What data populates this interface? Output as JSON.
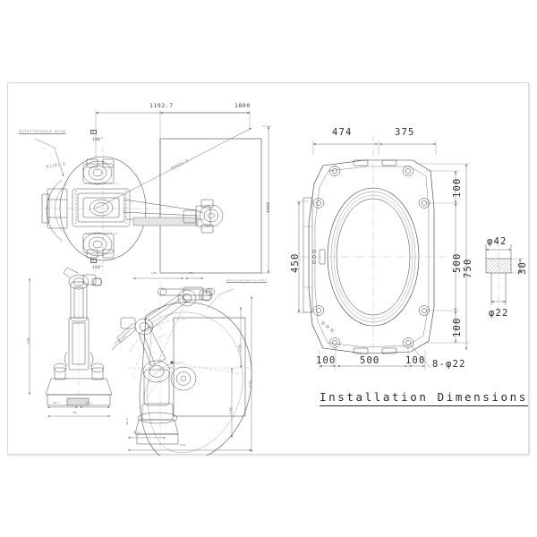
{
  "sheet": {
    "title": "Installation Dimensions",
    "drawing_type": "engineering-technical-drawing",
    "subject": "Industrial robot installation dimensions"
  },
  "views": {
    "top_view": {
      "name": "Top view / plan view with interference area",
      "notes": {
        "interference": "Interference area"
      },
      "dimensions": {
        "d1": "1192.7",
        "d2": "1800",
        "d3": "1800",
        "radius_diagonal": "R2933.5",
        "radius_left": "R1181.0"
      },
      "angles": {
        "upper": "180°",
        "lower": "180°"
      },
      "axis_tags": {
        "upper": "S",
        "lower": "S"
      }
    },
    "front_view": {
      "name": "Robot front elevation",
      "dimensions": {
        "height": "2100",
        "base_a": "±61.5",
        "base_b": "±61.5",
        "base_w": "550"
      }
    },
    "side_view": {
      "name": "Robot side elevation with work envelope",
      "note": "Working range based on point P",
      "dimensions": {
        "a": "1200",
        "b": "375",
        "c": "3155",
        "d": "2100",
        "e": "1150",
        "f": "820.5",
        "g": "2230",
        "h": "503.0"
      },
      "point_label": "P"
    },
    "base_plate": {
      "name": "Base mounting plate plan",
      "dimensions": {
        "top_left": "474",
        "top_right": "375",
        "left_vertical": "450",
        "right_100_top": "100",
        "right_500": "500",
        "right_750": "750",
        "right_100_bottom": "100",
        "bottom_left_100": "100",
        "bottom_500": "500",
        "bottom_right_100": "100"
      },
      "hole_callout": "8-φ22"
    },
    "hole_detail": {
      "name": "Counterbore hole section detail",
      "dimensions": {
        "counterbore_dia": "φ42",
        "depth": "30",
        "through_dia": "φ22"
      }
    }
  },
  "colors": {
    "line": "#3a3a3a",
    "dim": "#5c5c5c",
    "center": "#9a9a9a",
    "page": "#ffffff",
    "border": "#d9d9d9"
  }
}
